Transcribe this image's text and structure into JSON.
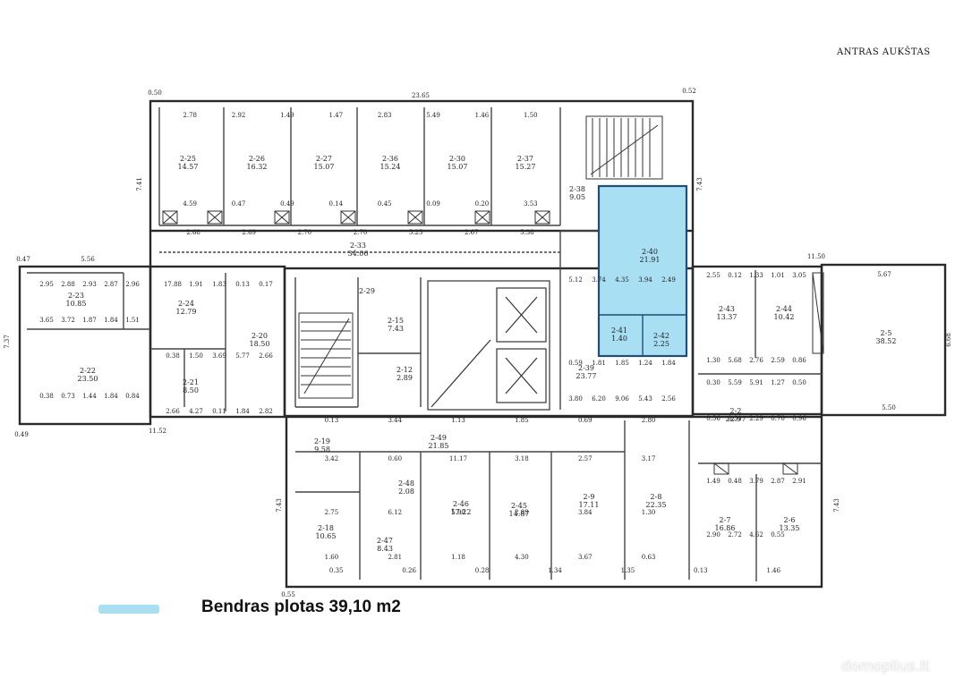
{
  "floor_title": "ANTRAS AUKŠTAS",
  "legend": {
    "label": "Bendras plotas 39,10 m2",
    "highlight_color": "#a9dff3"
  },
  "watermark": "domoplius.lt",
  "overall_dims": [
    "23.65",
    "0.50",
    "0.52",
    "7.41",
    "7.43",
    "0.47",
    "5.56",
    "7.37",
    "11.52",
    "0.49",
    "11.50",
    "5.67",
    "6.68",
    "5.50",
    "0.55",
    "7.43",
    "7.43"
  ],
  "rooms": [
    {
      "id": "2-25",
      "area": "14.57",
      "highlight": false
    },
    {
      "id": "2-26",
      "area": "16.32",
      "highlight": false
    },
    {
      "id": "2-27",
      "area": "15.07",
      "highlight": false
    },
    {
      "id": "2-36",
      "area": "15.24",
      "highlight": false
    },
    {
      "id": "2-30",
      "area": "15.07",
      "highlight": false
    },
    {
      "id": "2-37",
      "area": "15.27",
      "highlight": false
    },
    {
      "id": "2-38",
      "area": "9.05",
      "highlight": false
    },
    {
      "id": "2-40",
      "area": "21.91",
      "highlight": true
    },
    {
      "id": "2-41",
      "area": "1.40",
      "highlight": true
    },
    {
      "id": "2-42",
      "area": "2.25",
      "highlight": true
    },
    {
      "id": "2-33",
      "area": "34.06",
      "highlight": false
    },
    {
      "id": "2-23",
      "area": "10.85",
      "highlight": false
    },
    {
      "id": "2-24",
      "area": "12.79",
      "highlight": false
    },
    {
      "id": "2-22",
      "area": "23.50",
      "highlight": false
    },
    {
      "id": "2-21",
      "area": "8.50",
      "highlight": false
    },
    {
      "id": "2-20",
      "area": "18.50",
      "highlight": false
    },
    {
      "id": "2-29",
      "area": "",
      "highlight": false
    },
    {
      "id": "2-15",
      "area": "7.43",
      "highlight": false
    },
    {
      "id": "2-12",
      "area": "2.89",
      "highlight": false
    },
    {
      "id": "2-39",
      "area": "23.77",
      "highlight": false
    },
    {
      "id": "2-43",
      "area": "13.37",
      "highlight": false
    },
    {
      "id": "2-44",
      "area": "10.42",
      "highlight": false
    },
    {
      "id": "2-5",
      "area": "38.52",
      "highlight": false
    },
    {
      "id": "2-2",
      "area": "22.97",
      "highlight": false
    },
    {
      "id": "2-19",
      "area": "9.58",
      "highlight": false
    },
    {
      "id": "2-49",
      "area": "21.85",
      "highlight": false
    },
    {
      "id": "2-48",
      "area": "2.08",
      "highlight": false
    },
    {
      "id": "2-18",
      "area": "10.65",
      "highlight": false
    },
    {
      "id": "2-47",
      "area": "8.43",
      "highlight": false
    },
    {
      "id": "2-46",
      "area": "17.22",
      "highlight": false
    },
    {
      "id": "2-45",
      "area": "14.87",
      "highlight": false
    },
    {
      "id": "2-9",
      "area": "17.11",
      "highlight": false
    },
    {
      "id": "2-8",
      "area": "22.35",
      "highlight": false
    },
    {
      "id": "2-7",
      "area": "16.86",
      "highlight": false
    },
    {
      "id": "2-6",
      "area": "13.35",
      "highlight": false
    }
  ],
  "dims": [
    "2.78",
    "2.92",
    "1.49",
    "1.47",
    "2.83",
    "5.49",
    "1.46",
    "1.50",
    "4.59",
    "0.47",
    "0.49",
    "0.14",
    "0.45",
    "0.09",
    "0.20",
    "3.53",
    "2.68",
    "2.69",
    "2.70",
    "2.70",
    "5.25",
    "2.67",
    "5.38",
    "2.95",
    "2.88",
    "2.93",
    "2.87",
    "2.96",
    "3.65",
    "3.72",
    "1.87",
    "1.84",
    "1.51",
    "17.88",
    "1.91",
    "1.83",
    "0.13",
    "0.17",
    "0.38",
    "1.50",
    "3.69",
    "5.77",
    "2.66",
    "0.38",
    "0.73",
    "1.44",
    "1.84",
    "0.84",
    "2.66",
    "4.27",
    "0.11",
    "1.84",
    "2.82",
    "5.12",
    "3.74",
    "4.35",
    "3.94",
    "2.49",
    "0.59",
    "1.81",
    "1.85",
    "1.24",
    "1.84",
    "3.80",
    "6.20",
    "9.06",
    "5.43",
    "2.56",
    "2.55",
    "0.12",
    "1.33",
    "1.01",
    "3.05",
    "1.30",
    "5.68",
    "2.76",
    "2.59",
    "0.86",
    "0.30",
    "5.59",
    "5.91",
    "1.27",
    "0.50",
    "0.56",
    "0.31",
    "2.29",
    "0.70",
    "0.96",
    "0.13",
    "3.44",
    "1.13",
    "1.85",
    "0.69",
    "2.80",
    "3.42",
    "0.60",
    "11.17",
    "3.18",
    "2.57",
    "3.17",
    "2.75",
    "6.12",
    "5.90",
    "2.89",
    "3.84",
    "1.30",
    "1.60",
    "2.81",
    "1.18",
    "4.30",
    "3.67",
    "0.63",
    "0.35",
    "0.26",
    "0.28",
    "1.34",
    "1.35",
    "0.13",
    "1.46",
    "1.49",
    "0.48",
    "3.79",
    "2.87",
    "2.91",
    "2.90",
    "2.72",
    "4.62",
    "0.55"
  ]
}
